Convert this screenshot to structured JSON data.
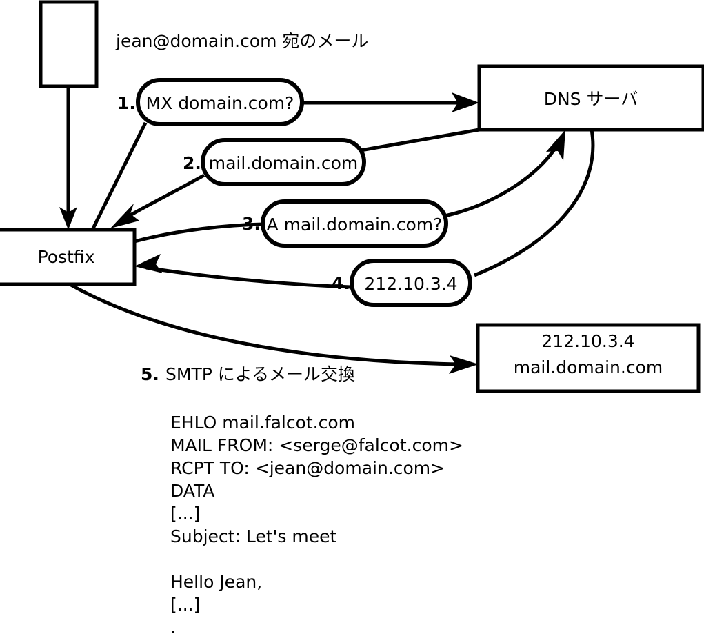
{
  "diagram": {
    "title_text": "jean@domain.com 宛のメール",
    "nodes": [
      {
        "id": "mua",
        "label": ""
      },
      {
        "id": "postfix",
        "label": "Postfix"
      },
      {
        "id": "dns",
        "label": "DNS サーバ"
      },
      {
        "id": "remote_mx",
        "line1": "212.10.3.4",
        "line2": "mail.domain.com"
      }
    ],
    "steps": [
      {
        "num": "1.",
        "label": "MX domain.com?"
      },
      {
        "num": "2.",
        "label": "mail.domain.com"
      },
      {
        "num": "3.",
        "label": "A mail.domain.com?"
      },
      {
        "num": "4.",
        "label": "212.10.3.4"
      },
      {
        "num": "5.",
        "label": "SMTP によるメール交換"
      }
    ],
    "smtp_transcript": [
      "EHLO mail.falcot.com",
      "MAIL FROM: <serge@falcot.com>",
      "RCPT TO: <jean@domain.com>",
      "DATA",
      "[...]",
      "Subject: Let's meet",
      "",
      "Hello Jean,",
      "[...]",
      "."
    ],
    "colors": {
      "stroke": "#000000",
      "fill": "#ffffff",
      "text": "#000000"
    }
  }
}
